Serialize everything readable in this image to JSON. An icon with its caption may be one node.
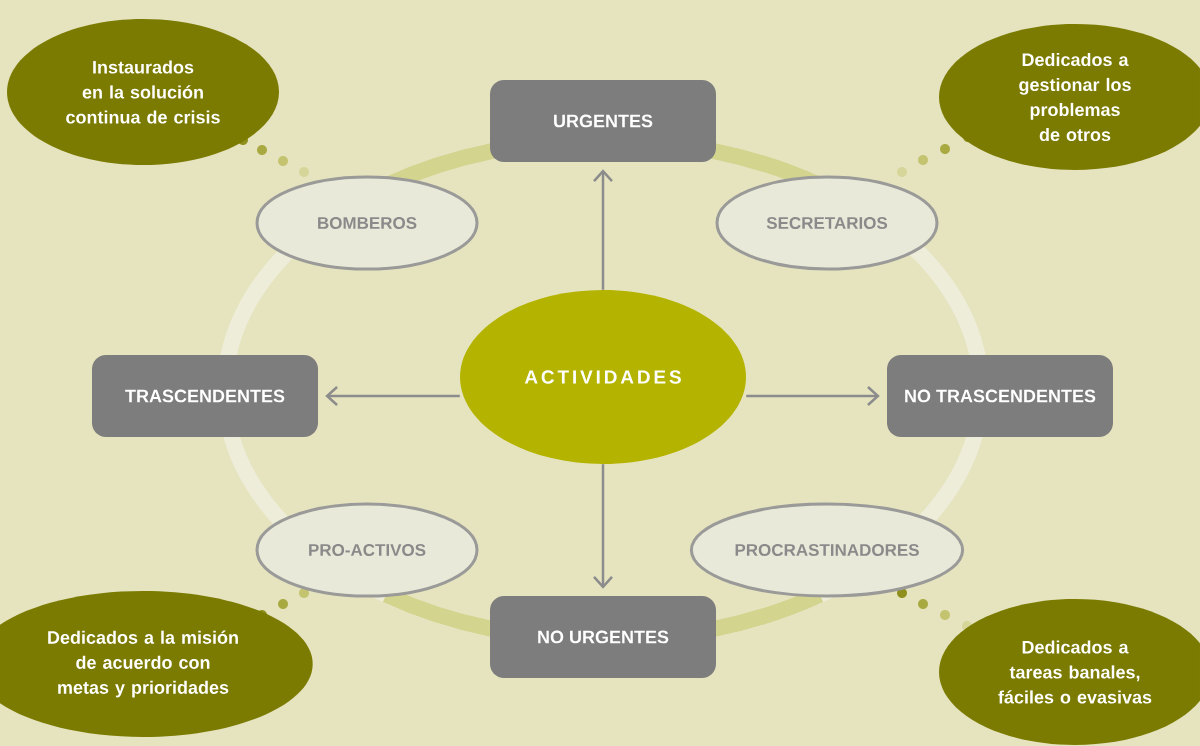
{
  "diagram": {
    "nodes": [
      {
        "text": [
          "Instaurados en la solución continua de crisis"
        ]
      },
      {
        "text": [
          "URGENTES"
        ]
      },
      {
        "text": [
          "Dedicados a gestionar los problemas de otros"
        ]
      },
      {
        "text": [
          "BOMBEROS"
        ]
      },
      {
        "text": [
          "SECRETARIOS"
        ]
      },
      {
        "text": [
          "TRASCENDENTES"
        ]
      },
      {
        "text": [
          "ACTIVIDADES"
        ]
      },
      {
        "text": [
          "NO TRASCENDENTES"
        ]
      },
      {
        "text": [
          "PRO-ACTIVOS"
        ]
      },
      {
        "text": [
          "PROCRASTINADORES"
        ]
      },
      {
        "text": [
          "NO URGENTES"
        ]
      },
      {
        "text": [
          "Dedicados a la misión de acuerdo con metas y prioridades"
        ]
      },
      {
        "text": [
          "Dedicados a tareas banales, fáciles o evasivas"
        ]
      }
    ],
    "edges": [
      {
        "from": 6,
        "to": 1,
        "arrow": "to"
      },
      {
        "from": 6,
        "to": 5,
        "arrow": "to"
      },
      {
        "from": 6,
        "to": 7,
        "arrow": "to"
      },
      {
        "from": 6,
        "to": 10,
        "arrow": "to"
      }
    ]
  }
}
